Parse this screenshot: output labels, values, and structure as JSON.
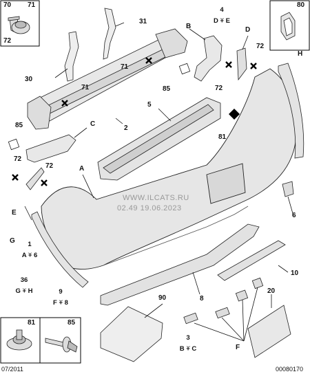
{
  "insets": {
    "top_left": {
      "n1": "70",
      "n2": "71",
      "n3": "72"
    },
    "top_right": {
      "n1": "80"
    },
    "bottom_left": {
      "n1": "81",
      "n2": "85"
    }
  },
  "callouts": [
    "31",
    "30",
    "71",
    "71",
    "2",
    "85",
    "C",
    "72",
    "72",
    "E",
    "G",
    "B",
    "85",
    "5",
    "81",
    "72",
    "D",
    "72",
    "H",
    "A",
    "6",
    "10",
    "8",
    "90",
    "20",
    "F"
  ],
  "groups": [
    {
      "num": "4",
      "parts": "D + E"
    },
    {
      "num": "1",
      "parts": "A + 6"
    },
    {
      "num": "36",
      "parts": "G + H"
    },
    {
      "num": "9",
      "parts": "F + 8"
    },
    {
      "num": "3",
      "parts": "B + C"
    }
  ],
  "brace": "⏟",
  "watermark": {
    "line1": "WWW.ILCATS.RU",
    "line2": "02.49 19.06.2023"
  },
  "footer": {
    "left": "07/2011",
    "right": "00080170"
  },
  "colors": {
    "part_fill": "#e8e8e8",
    "outline": "#222222",
    "accent": "#000000"
  }
}
